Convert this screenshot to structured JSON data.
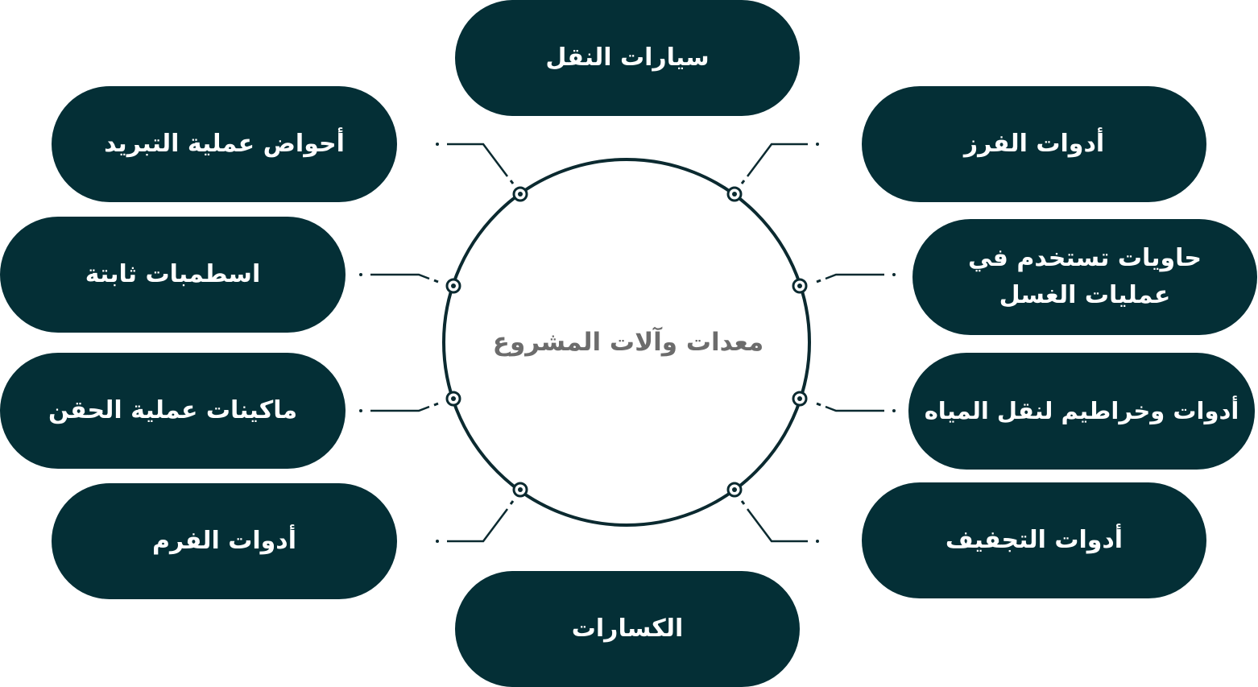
{
  "center": {
    "label": "معدات وآلات المشروع"
  },
  "nodes": {
    "top": "سيارات النقل",
    "right_1": "أدوات الفرز",
    "right_2": "حاويات تستخدم في عمليات الغسل",
    "right_3": "أدوات وخراطيم لنقل المياه",
    "right_4": "أدوات التجفيف",
    "bottom": "الكسارات",
    "left_1": "أحواض عملية التبريد",
    "left_2": "اسطمبات ثابتة",
    "left_3": "ماكينات عملية الحقن",
    "left_4": "أدوات الفرم"
  },
  "colors": {
    "node_fill": "#042f36",
    "node_text": "#ffffff",
    "center_text": "#6c6c6c",
    "line": "#0b2a30"
  }
}
